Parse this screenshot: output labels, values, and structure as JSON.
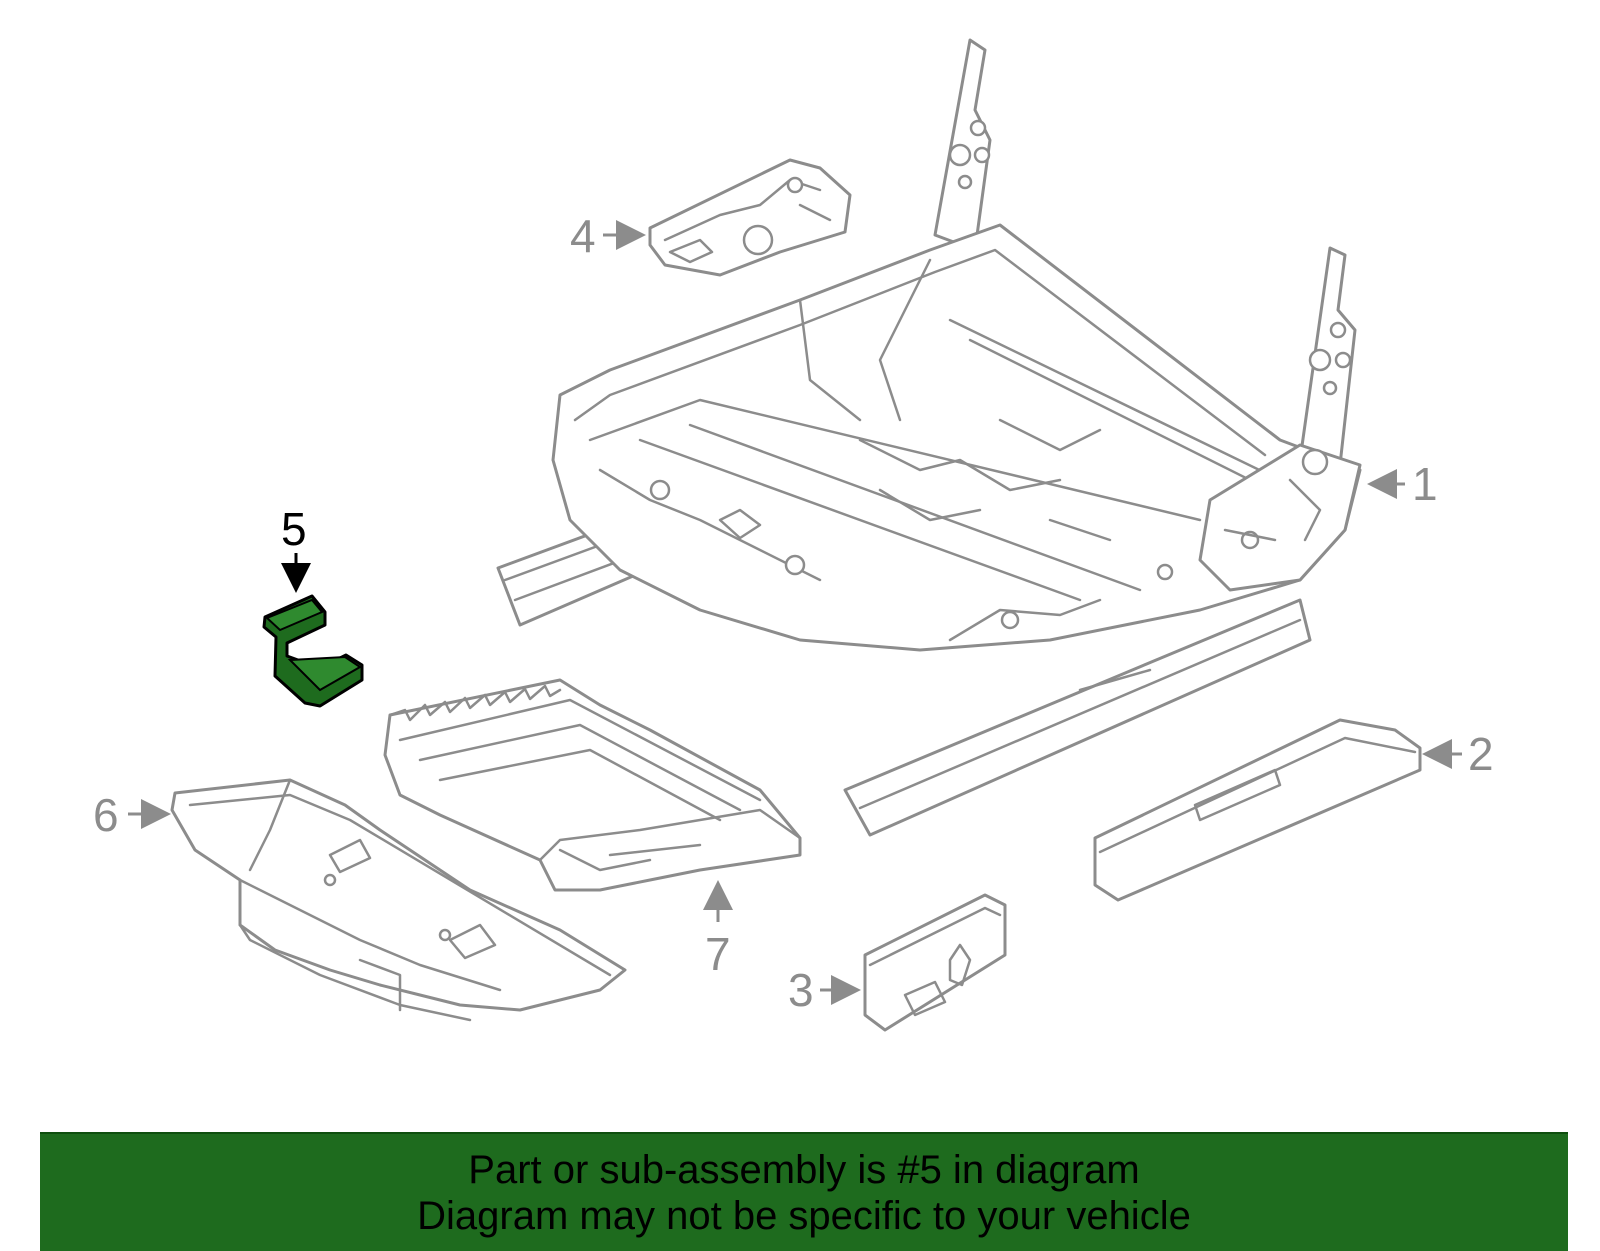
{
  "callouts": {
    "c1": "1",
    "c2": "2",
    "c3": "3",
    "c4": "4",
    "c5": "5",
    "c6": "6",
    "c7": "7"
  },
  "highlighted_part": "5",
  "colors": {
    "highlight": "#1e6b1e",
    "line": "#8c8c8c",
    "banner": "#1e6b1e"
  },
  "banner": {
    "line1": "Part or sub-assembly is #5 in diagram",
    "line2": "Diagram may not be specific to your vehicle"
  }
}
